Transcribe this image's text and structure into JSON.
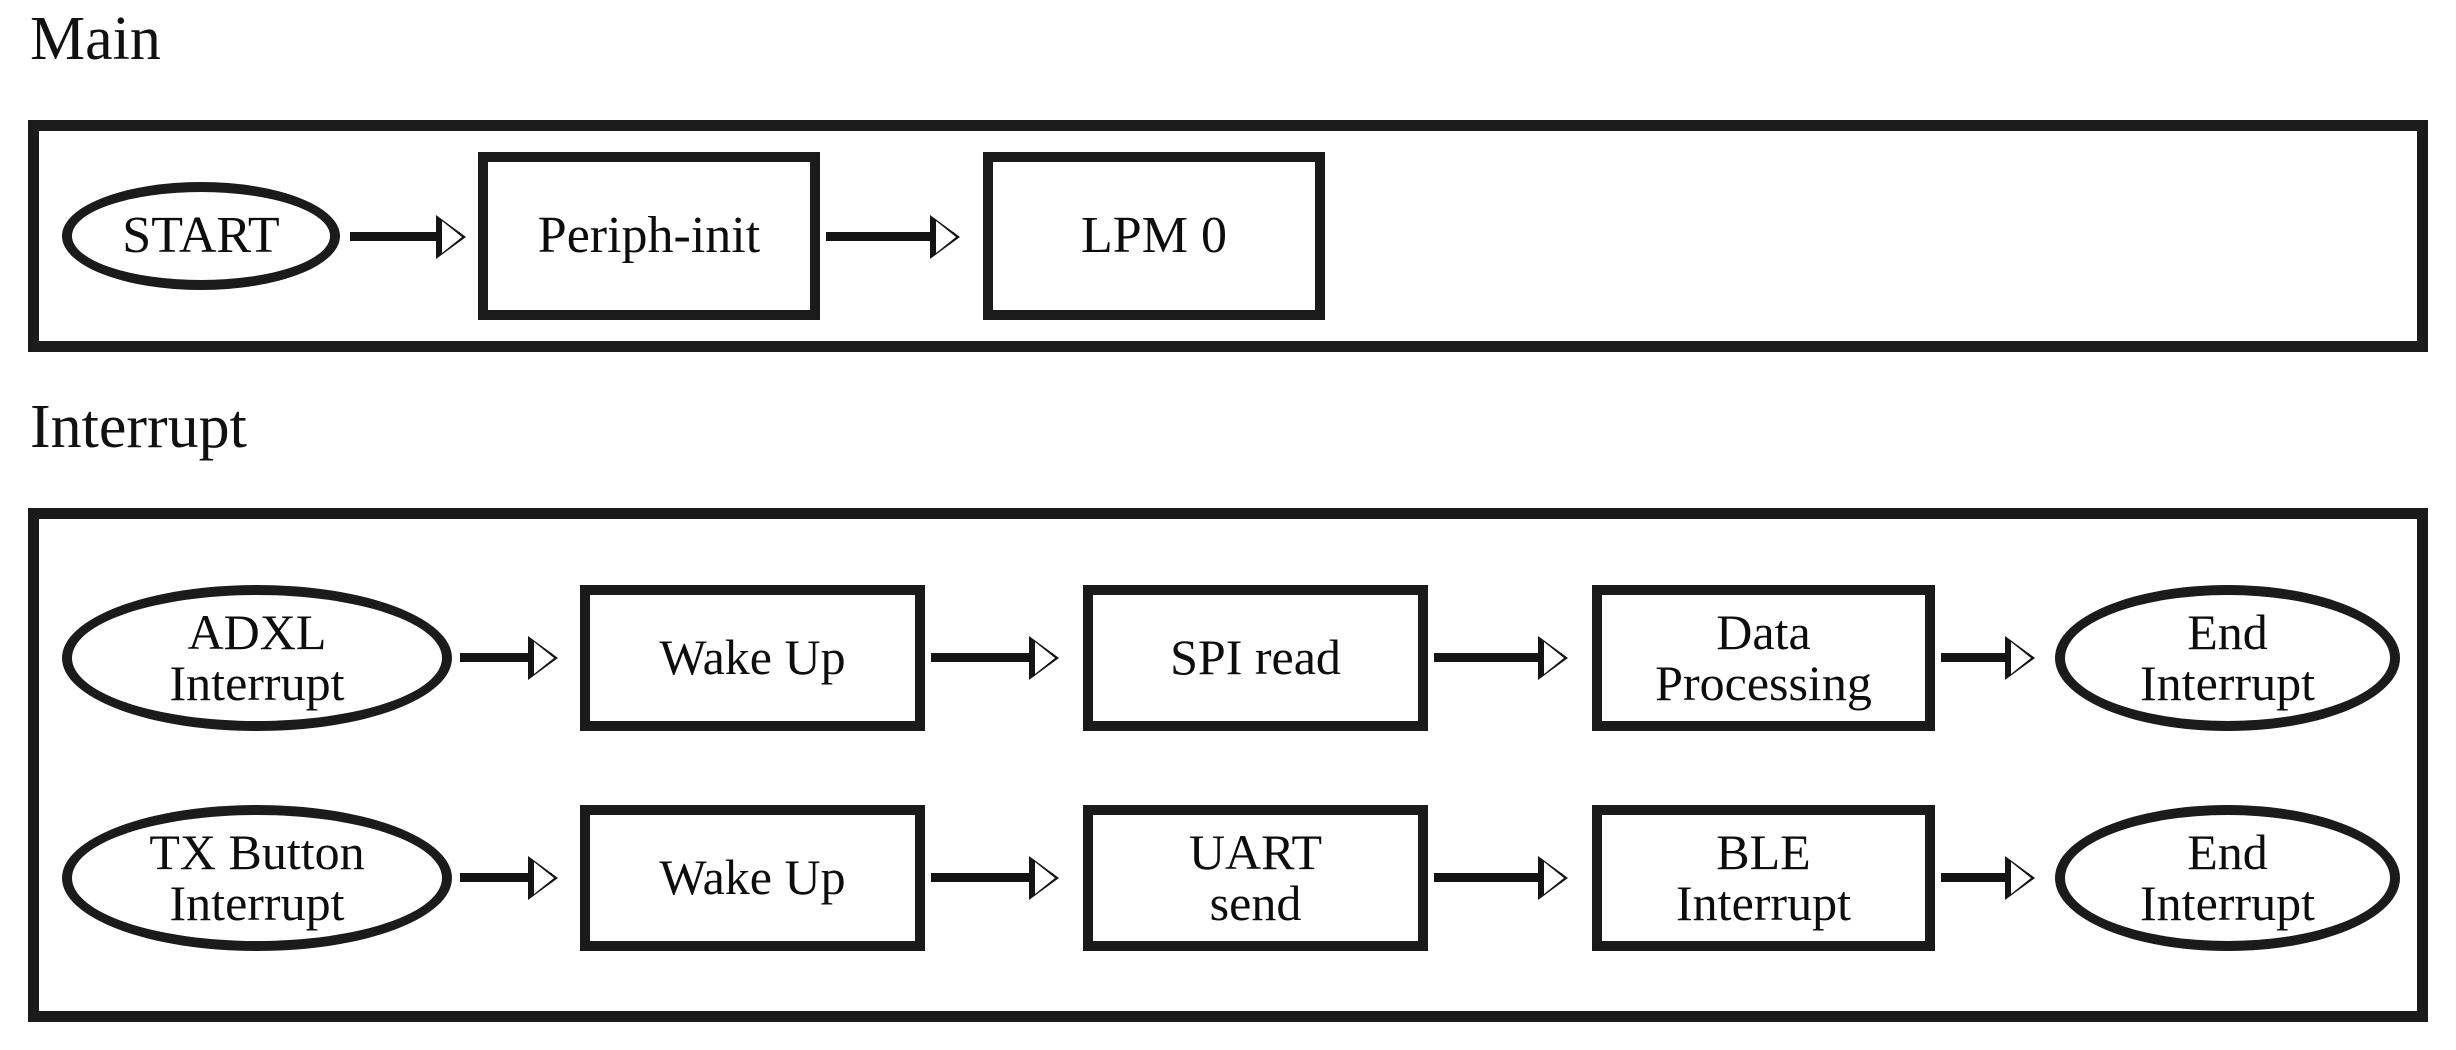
{
  "diagram": {
    "title_main": "Main",
    "title_interrupt": "Interrupt",
    "line_color": "#1b1b1b",
    "background": "#ffffff"
  },
  "sections": [
    {
      "id": "main",
      "caption": "Main",
      "rows": [
        {
          "id": "main-row-1",
          "nodes": [
            {
              "id": "start",
              "shape": "terminal",
              "label": "START"
            },
            {
              "id": "periph-init",
              "shape": "process",
              "label": "Periph-init"
            },
            {
              "id": "lpm-0",
              "shape": "process",
              "label": "LPM 0"
            }
          ],
          "connectors": [
            {
              "from": "start",
              "to": "periph-init"
            },
            {
              "from": "periph-init",
              "to": "lpm-0"
            }
          ]
        }
      ]
    },
    {
      "id": "interrupt",
      "caption": "Interrupt",
      "rows": [
        {
          "id": "interrupt-row-1",
          "nodes": [
            {
              "id": "adxl-interrupt",
              "shape": "terminal",
              "label": "ADXL\nInterrupt",
              "line1": "ADXL",
              "line2": "Interrupt"
            },
            {
              "id": "wake-up-1",
              "shape": "process",
              "label": "Wake Up"
            },
            {
              "id": "spi-read",
              "shape": "process",
              "label": "SPI read"
            },
            {
              "id": "data-processing",
              "shape": "process",
              "label": "Data\nProcessing",
              "line1": "Data",
              "line2": "Processing"
            },
            {
              "id": "end-interrupt-1",
              "shape": "terminal",
              "label": "End\nInterrupt",
              "line1": "End",
              "line2": "Interrupt"
            }
          ],
          "connectors": [
            {
              "from": "adxl-interrupt",
              "to": "wake-up-1"
            },
            {
              "from": "wake-up-1",
              "to": "spi-read"
            },
            {
              "from": "spi-read",
              "to": "data-processing"
            },
            {
              "from": "data-processing",
              "to": "end-interrupt-1"
            }
          ]
        },
        {
          "id": "interrupt-row-2",
          "nodes": [
            {
              "id": "tx-button-interrupt",
              "shape": "terminal",
              "label": "TX Button\nInterrupt",
              "line1": "TX Button",
              "line2": "Interrupt"
            },
            {
              "id": "wake-up-2",
              "shape": "process",
              "label": "Wake Up"
            },
            {
              "id": "uart-send",
              "shape": "process",
              "label": "UART\nsend",
              "line1": "UART",
              "line2": "send"
            },
            {
              "id": "ble-interrupt",
              "shape": "process",
              "label": "BLE\nInterrupt",
              "line1": "BLE",
              "line2": "Interrupt"
            },
            {
              "id": "end-interrupt-2",
              "shape": "terminal",
              "label": "End\nInterrupt",
              "line1": "End",
              "line2": "Interrupt"
            }
          ],
          "connectors": [
            {
              "from": "tx-button-interrupt",
              "to": "wake-up-2"
            },
            {
              "from": "wake-up-2",
              "to": "uart-send"
            },
            {
              "from": "uart-send",
              "to": "ble-interrupt"
            },
            {
              "from": "ble-interrupt",
              "to": "end-interrupt-2"
            }
          ]
        }
      ]
    }
  ],
  "labels": {
    "main_caption": "Main",
    "interrupt_caption": "Interrupt",
    "start": "START",
    "periph_init": "Periph-init",
    "lpm_0": "LPM 0",
    "adxl_line1": "ADXL",
    "adxl_line2": "Interrupt",
    "wake_up": "Wake Up",
    "spi_read": "SPI read",
    "data_line1": "Data",
    "data_line2": "Processing",
    "end_line1": "End",
    "end_line2": "Interrupt",
    "tx_line1": "TX Button",
    "tx_line2": "Interrupt",
    "uart_line1": "UART",
    "uart_line2": "send",
    "ble_line1": "BLE",
    "ble_line2": "Interrupt"
  }
}
